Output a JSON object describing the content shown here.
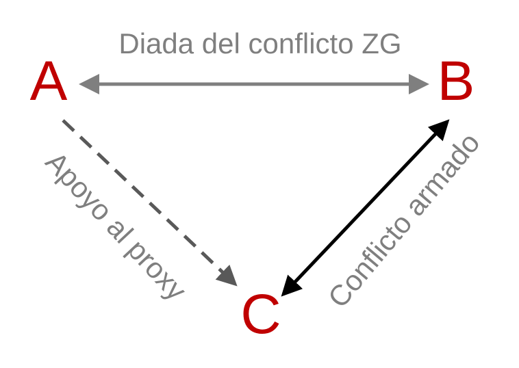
{
  "nodes": {
    "a": "A",
    "b": "B",
    "c": "C"
  },
  "edges": {
    "ab": {
      "label": "Diada del conflicto ZG",
      "style": "solid-bidirectional"
    },
    "ac": {
      "label": "Apoyo al proxy",
      "style": "dashed-directed"
    },
    "bc": {
      "label": "Conflicto armado",
      "style": "solid-bidirectional"
    }
  },
  "colors": {
    "node": "#c00000",
    "label": "#7f7f7f",
    "edge_ab": "#7f7f7f",
    "edge_ac": "#595959",
    "edge_bc": "#000000"
  }
}
